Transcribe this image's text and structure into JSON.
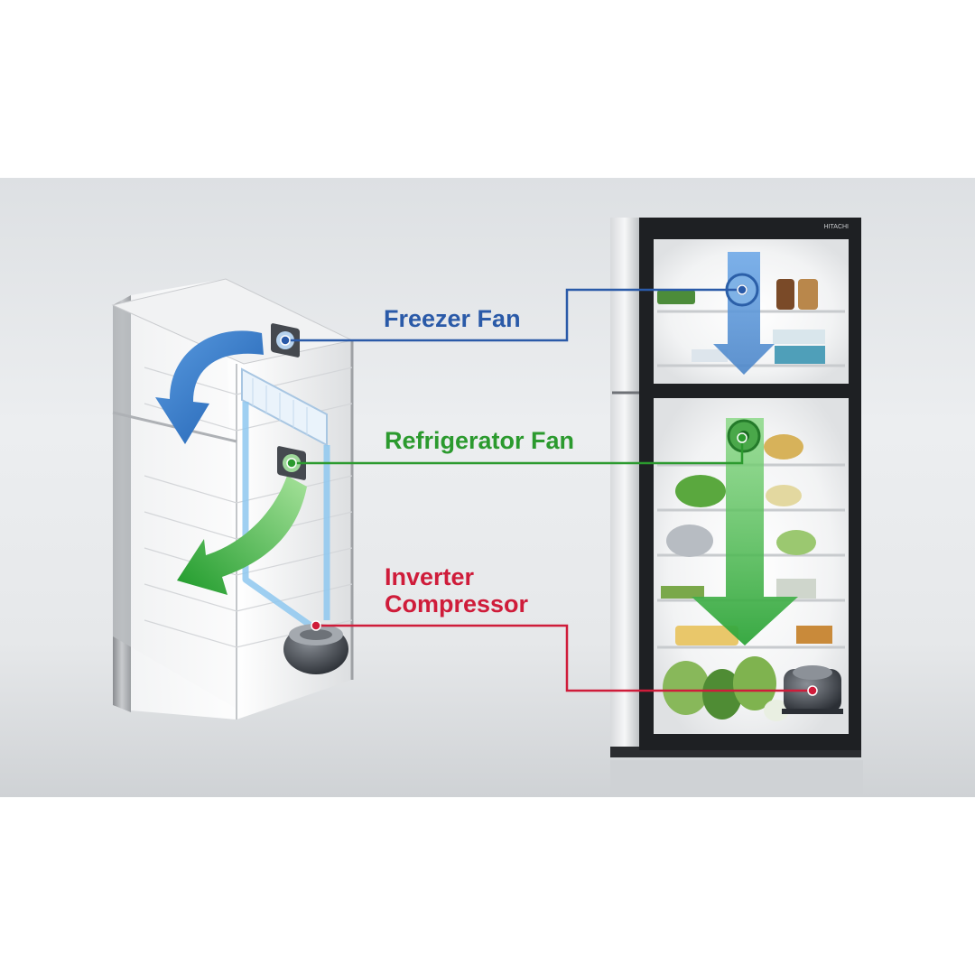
{
  "labels": {
    "freezer_fan": "Freezer Fan",
    "refrigerator_fan": "Refrigerator Fan",
    "inverter_compressor_line1": "Inverter",
    "inverter_compressor_line2": "Compressor"
  },
  "brand": "HITACHI",
  "colors": {
    "freezer": "#2a5aa8",
    "refrigerator": "#2b9a2e",
    "compressor": "#cf1c3a",
    "cooling_pipe": "#8fc8f0"
  },
  "icons": [
    "fan-icon",
    "compressor-icon",
    "airflow-arrow"
  ]
}
